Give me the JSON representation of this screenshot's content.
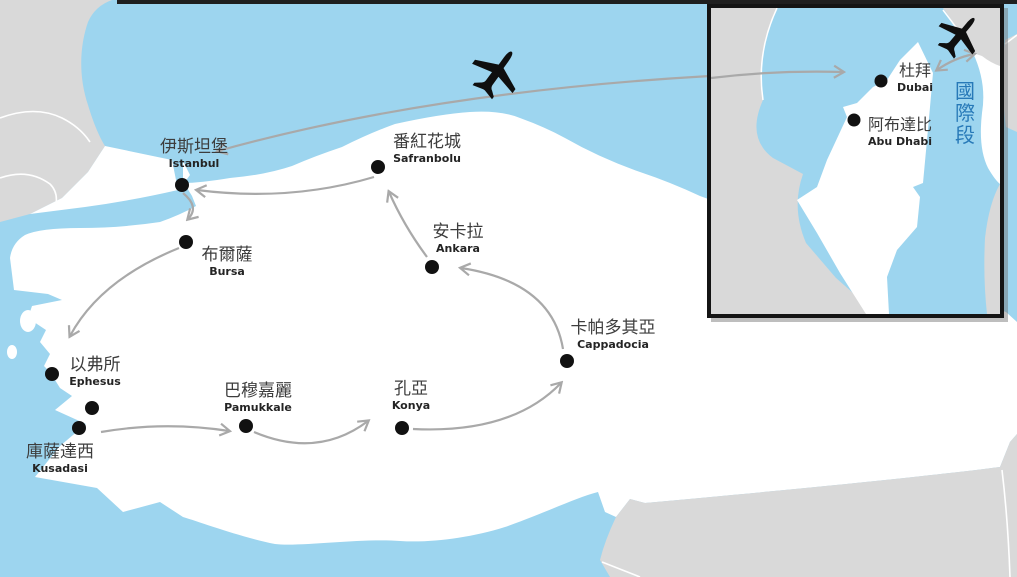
{
  "map": {
    "description": "Turkey tour itinerary map with UAE inset",
    "international_segment_label": "國際段"
  },
  "colors": {
    "sea": "#9DD5EF",
    "neighbor_land": "#D9D9D9",
    "turkey_land": "#FFFFFF",
    "route_arrow": "#A9A9A9",
    "city_dot": "#111111",
    "intl_segment_text": "#2779B8",
    "inset_border": "#141414"
  },
  "icons": {
    "main_plane": "airplane-icon",
    "inset_plane": "airplane-icon"
  },
  "cities": [
    {
      "id": "istanbul",
      "zh": "伊斯坦堡",
      "en": "Istanbul"
    },
    {
      "id": "safranbolu",
      "zh": "番紅花城",
      "en": "Safranbolu"
    },
    {
      "id": "bursa",
      "zh": "布爾薩",
      "en": "Bursa"
    },
    {
      "id": "ankara",
      "zh": "安卡拉",
      "en": "Ankara"
    },
    {
      "id": "cappadocia",
      "zh": "卡帕多其亞",
      "en": "Cappadocia"
    },
    {
      "id": "konya",
      "zh": "孔亞",
      "en": "Konya"
    },
    {
      "id": "pamukkale",
      "zh": "巴穆嘉麗",
      "en": "Pamukkale"
    },
    {
      "id": "ephesus",
      "zh": "以弗所",
      "en": "Ephesus"
    },
    {
      "id": "kusadasi",
      "zh": "庫薩達西",
      "en": "Kusadasi"
    },
    {
      "id": "dubai",
      "zh": "杜拜",
      "en": "Dubai"
    },
    {
      "id": "abu-dhabi",
      "zh": "阿布達比",
      "en": "Abu Dhabi"
    }
  ]
}
